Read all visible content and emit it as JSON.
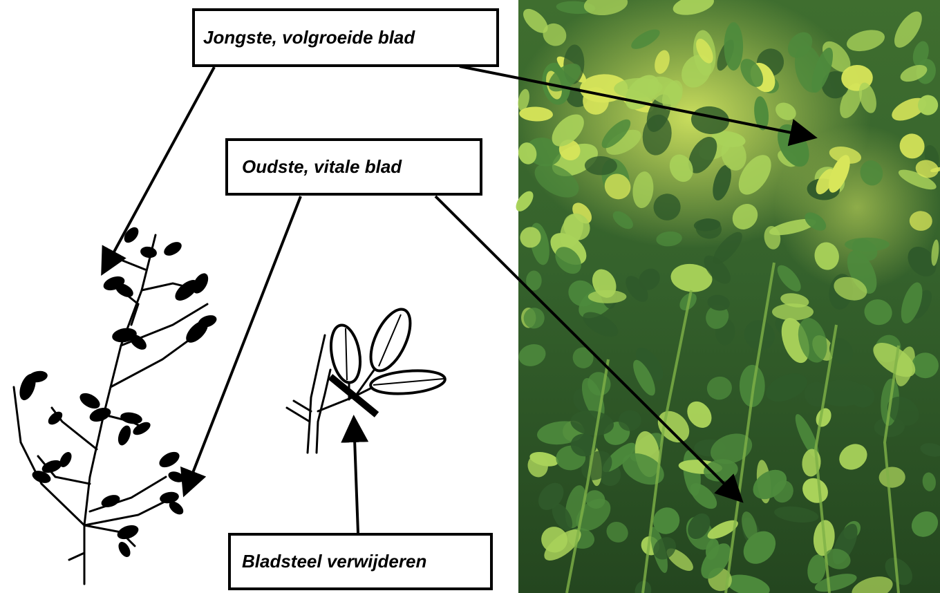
{
  "labels": {
    "youngest_leaf": "Jongste, volgroeide blad",
    "oldest_leaf": "Oudste, vitale blad",
    "remove_petiole": "Bladsteel verwijderen"
  },
  "colors": {
    "box_border": "#000000",
    "box_fill": "#ffffff",
    "drawing_ink": "#000000",
    "photo_dark_green": "#2f5a2a",
    "photo_mid_green": "#4d8a3c",
    "photo_light_green": "#a9d25a",
    "photo_yellow_green": "#d8e65a"
  }
}
